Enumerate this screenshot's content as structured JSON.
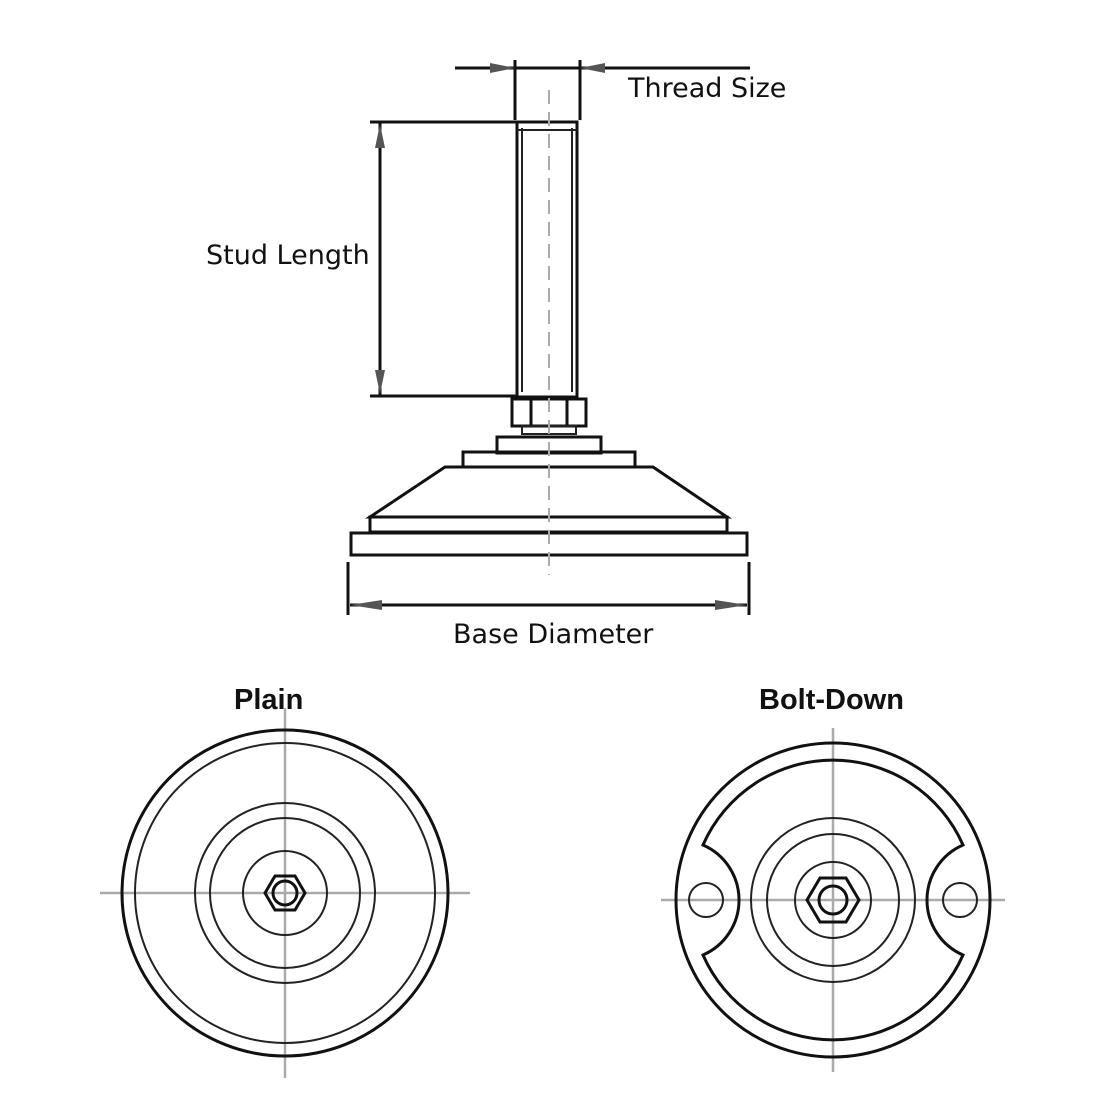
{
  "labels": {
    "thread_size": "Thread Size",
    "stud_length": "Stud Length",
    "base_diameter": "Base Diameter"
  },
  "views": {
    "plain": "Plain",
    "bolt_down": "Bolt-Down"
  }
}
